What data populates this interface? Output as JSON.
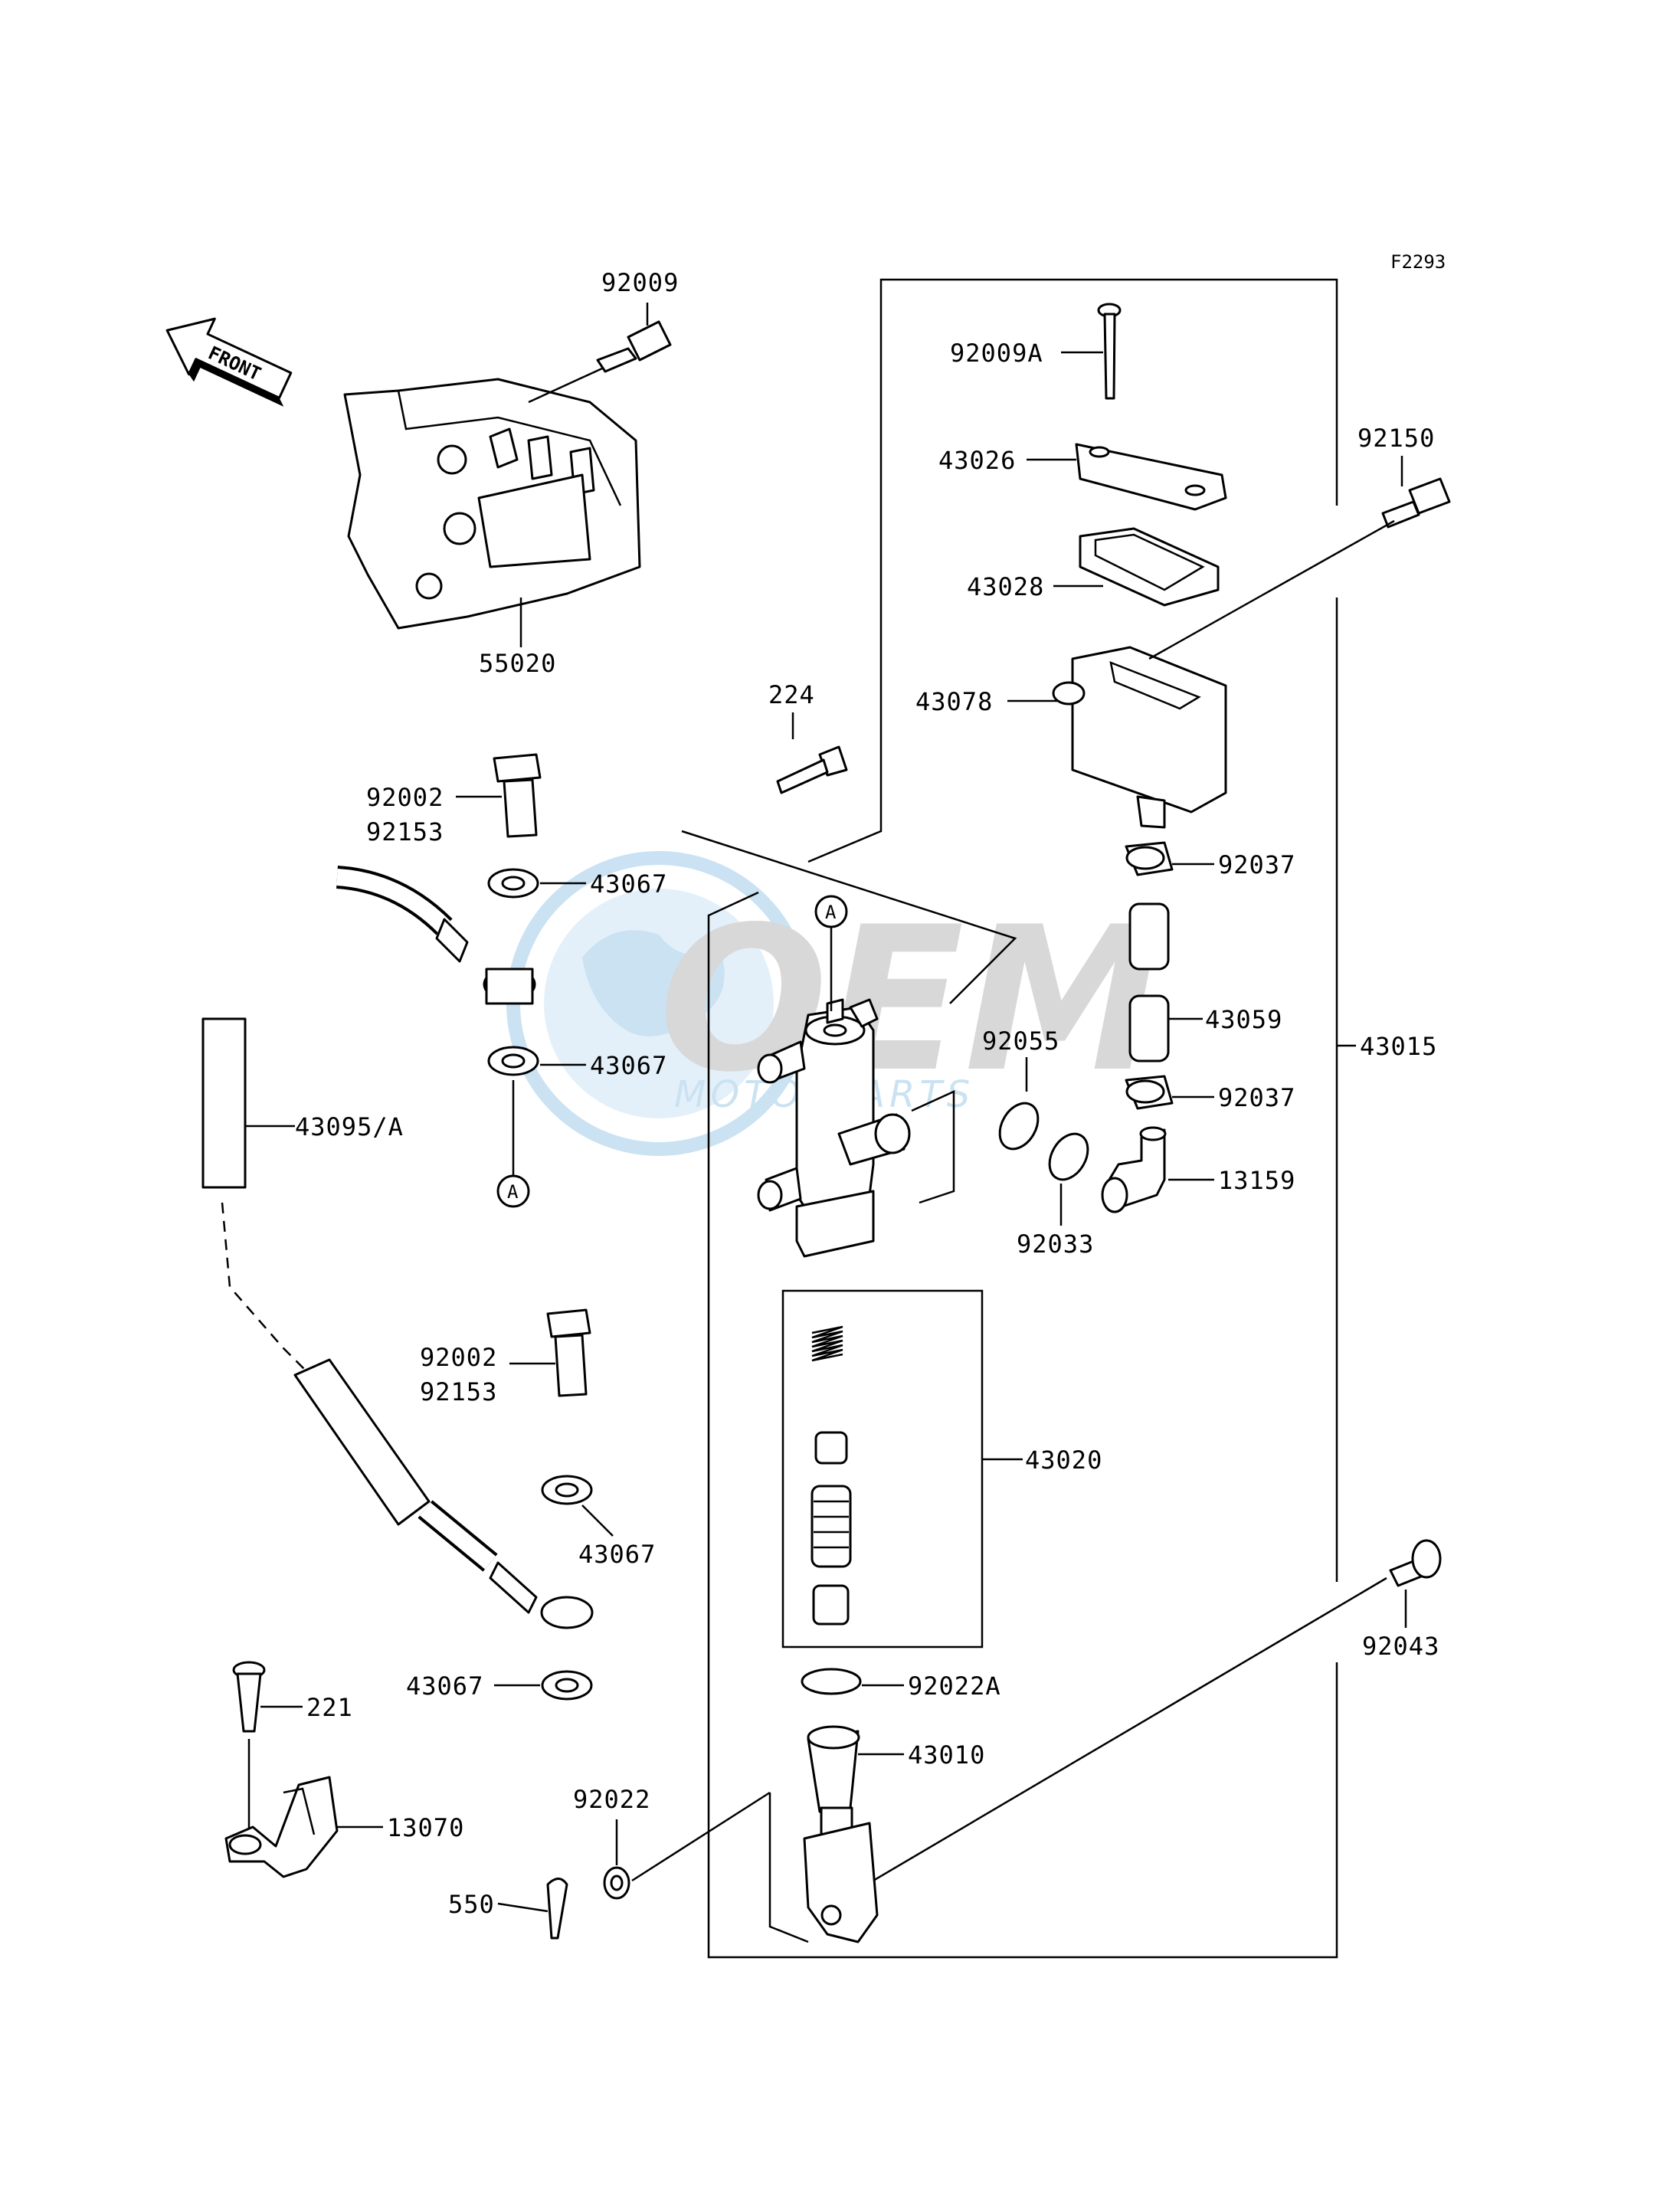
{
  "figure_code": "F2293",
  "front_arrow_label": "FRONT",
  "ref_marker": "A",
  "watermark": {
    "brand": "OEM",
    "sub": "MOTORPARTS",
    "color": "#9fcbe9"
  },
  "labels": {
    "p92009": "92009",
    "p55020": "55020",
    "p92002_top": "92002",
    "p92153_top": "92153",
    "p43067_a": "43067",
    "p43067_b": "43067",
    "p43095": "43095/A",
    "p92002_bot": "92002",
    "p92153_bot": "92153",
    "p43067_c": "43067",
    "p43067_d": "43067",
    "p221": "221",
    "p13070": "13070",
    "p550": "550",
    "p92022": "92022",
    "p224": "224",
    "p92009A": "92009A",
    "p43026": "43026",
    "p43028": "43028",
    "p43078": "43078",
    "p92150": "92150",
    "p92037_a": "92037",
    "p43059": "43059",
    "p92037_b": "92037",
    "p13159": "13159",
    "p43015": "43015",
    "p92055": "92055",
    "p92033": "92033",
    "p43020": "43020",
    "p92022A": "92022A",
    "p43010": "43010",
    "p92043": "92043"
  }
}
